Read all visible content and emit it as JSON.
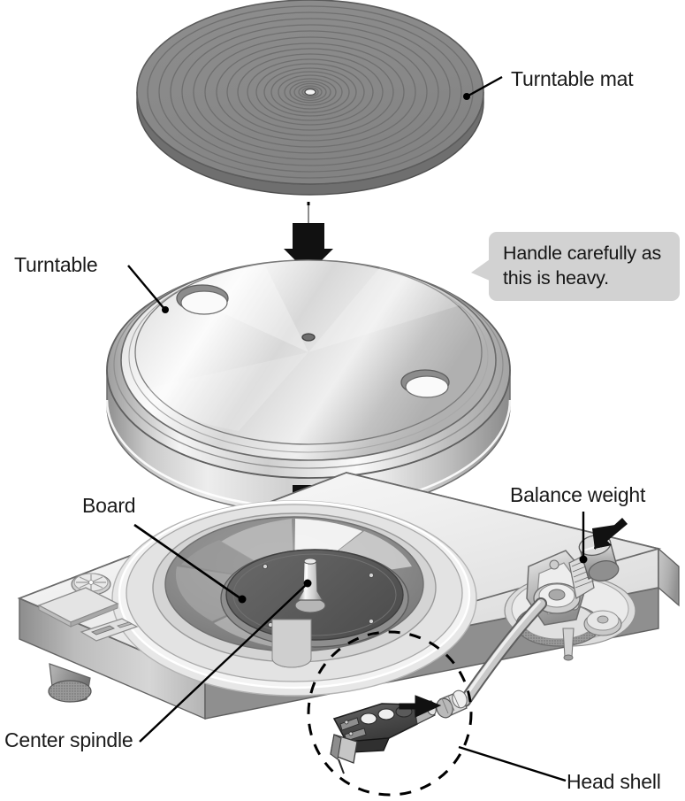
{
  "figure": {
    "title": "Turntable exploded assembly diagram",
    "type": "exploded-assembly-illustration"
  },
  "labels": {
    "turntable_mat": "Turntable mat",
    "turntable": "Turntable",
    "board": "Board",
    "balance_weight": "Balance weight",
    "center_spindle": "Center spindle",
    "head_shell": "Head shell"
  },
  "callout": {
    "text": "Handle carefully as\nthis is heavy."
  },
  "colors": {
    "mat_fill": "#8a8a8a",
    "mat_edge": "#6f6f6f",
    "platter_light": "#fdfdfd",
    "platter_mid": "#c9c9c9",
    "platter_dark": "#9a9a9a",
    "plinth_top": "#f2f2f2",
    "plinth_side": "#9c9c9c",
    "well_dark": "#6d6d6d",
    "board_dark": "#5e5e5e",
    "arrow_black": "#111111",
    "callout_bg": "#d2d2d2",
    "line_black": "#000000",
    "text": "#1a1a1a"
  },
  "annotations": {
    "assembly_arrows": 2,
    "push_arrows": 2,
    "dashed_detail_circle": 1,
    "axis_line": "vertical center axis, solid above mat, dashed below"
  },
  "icons": {
    "mat": "disc-icon",
    "platter": "platter-icon",
    "plinth": "turntable-base-icon",
    "tonearm": "tonearm-icon",
    "headshell": "headshell-icon",
    "speed_knob": "speed-knob-icon",
    "foot": "rubber-foot-icon",
    "down_arrow": "down-arrow-icon",
    "push_arrow": "push-arrow-icon"
  }
}
